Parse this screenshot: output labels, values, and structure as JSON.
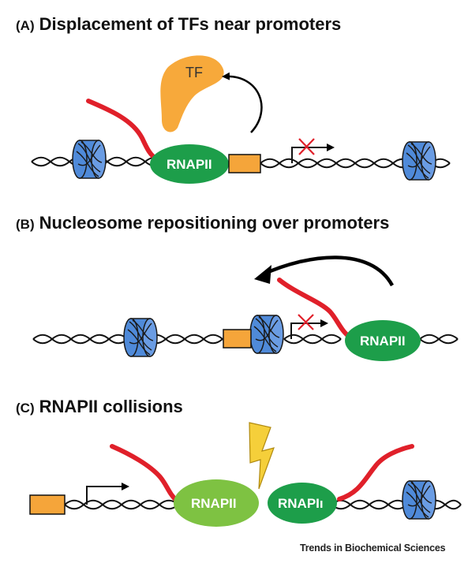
{
  "panels": {
    "a": {
      "letter": "(A)",
      "title": "Displacement of TFs near promoters"
    },
    "b": {
      "letter": "(B)",
      "title": "Nucleosome repositioning over promoters"
    },
    "c": {
      "letter": "(C)",
      "title": "RNAPII collisions"
    }
  },
  "labels": {
    "tf": "TF",
    "rnapii": "RNAPII",
    "rnapii_partial": "RNAPIı"
  },
  "credit": "Trends in Biochemical Sciences",
  "colors": {
    "rnapii_dark": "#1d9e4a",
    "rnapii_light": "#7ec242",
    "rna": "#e0202a",
    "tf": "#f7a93b",
    "promoter_box": "#f5a53a",
    "nucleosome": "#4f8ad9",
    "lightning": "#f5cf3a",
    "block_x": "#e0202a"
  },
  "icons": [
    "nucleosome-icon",
    "rna-polymerase-icon",
    "transcript-strand",
    "transcription-start-arrow",
    "blocked-x-icon",
    "lightning-icon",
    "curved-arrow-icon",
    "promoter-box"
  ]
}
